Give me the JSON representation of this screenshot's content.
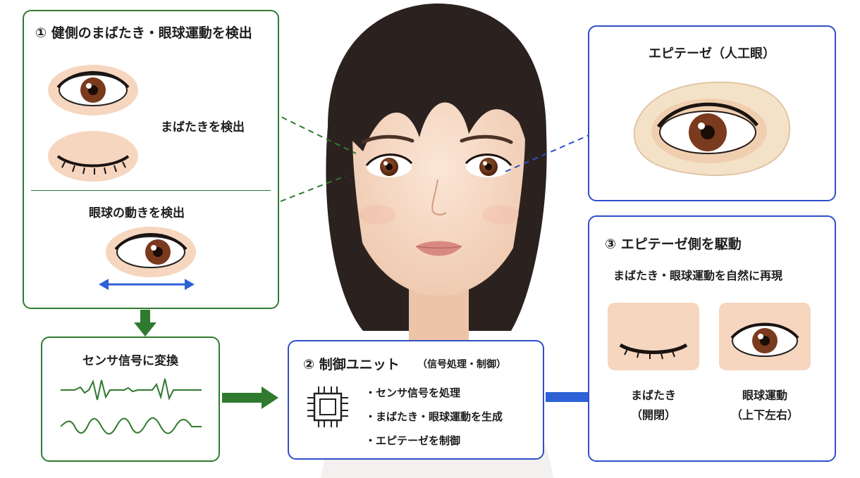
{
  "step1": {
    "title": "① 健側のまばたき・眼球運動を検出",
    "blink_label": "まばたきを検出",
    "move_label": "眼球の動きを検出"
  },
  "sensor": {
    "title": "センサ信号に変換"
  },
  "step2": {
    "title": "② 制御ユニット",
    "subtitle": "（信号処理・制御）",
    "items": [
      "・センサ信号を処理",
      "・まばたき・眼球運動を生成",
      "・エピテーゼを制御"
    ]
  },
  "prosthesis": {
    "title": "エピテーゼ（人工眼）"
  },
  "step3": {
    "title": "③ エピテーゼ側を駆動",
    "subtitle": "まばたき・眼球運動を自然に再現",
    "blink_label": "まばたき",
    "blink_sub": "（開閉）",
    "move_label": "眼球運動",
    "move_sub": "（上下左右）"
  },
  "colors": {
    "green": "#2f7a2f",
    "blue": "#2f4fc9",
    "iris": "#7a3a1e",
    "skin": "#f6d6bf"
  },
  "icons": [
    "eye-open-icon",
    "eye-closed-icon",
    "chip-icon",
    "arrow-right-icon",
    "arrow-down-icon",
    "double-arrow-icon"
  ]
}
